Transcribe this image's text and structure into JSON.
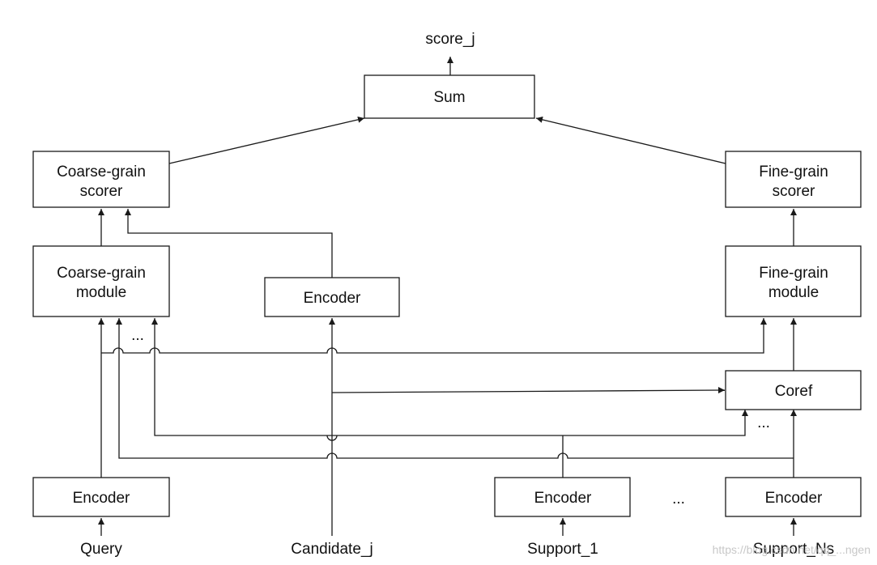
{
  "output_label": "score_j",
  "boxes": {
    "sum": "Sum",
    "coarse_scorer": [
      "Coarse-grain",
      "scorer"
    ],
    "fine_scorer": [
      "Fine-grain",
      "scorer"
    ],
    "coarse_module": [
      "Coarse-grain",
      "module"
    ],
    "fine_module": [
      "Fine-grain",
      "module"
    ],
    "candidate_encoder": "Encoder",
    "coref": "Coref",
    "query_encoder": "Encoder",
    "support1_encoder": "Encoder",
    "supportN_encoder": "Encoder"
  },
  "inputs": {
    "query": "Query",
    "candidate": "Candidate_j",
    "support_1": "Support_1",
    "support_n": "Support_Ns"
  },
  "ellipsis": "...",
  "watermark": "https://blog.csdn.net/qq_...ngen"
}
